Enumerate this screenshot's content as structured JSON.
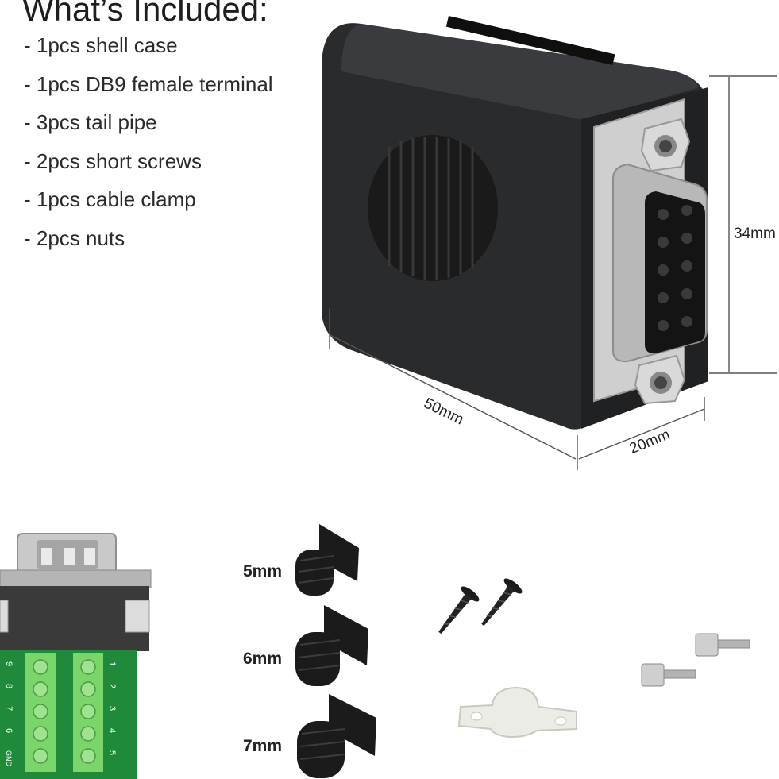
{
  "header": {
    "title": "What’s Included:"
  },
  "items": [
    "- 1pcs shell case",
    "- 1pcs DB9 female terminal",
    "- 3pcs tail pipe",
    "- 2pcs short screws",
    "- 1pcs cable clamp",
    "- 2pcs nuts"
  ],
  "dimensions": {
    "length": "50mm",
    "width": "20mm",
    "height": "34mm"
  },
  "tail_pipes": {
    "small": "5mm",
    "medium": "6mm",
    "large": "7mm"
  },
  "terminal_pins": {
    "left": [
      "9",
      "8",
      "7",
      "6",
      "GND"
    ],
    "right": [
      "1",
      "2",
      "3",
      "4",
      "5"
    ]
  },
  "colors": {
    "shell": "#2a2b2d",
    "metal": "#c9c9c9",
    "pcb": "#1f8a3a",
    "terminal": "#7ad56a",
    "text": "#222222"
  }
}
